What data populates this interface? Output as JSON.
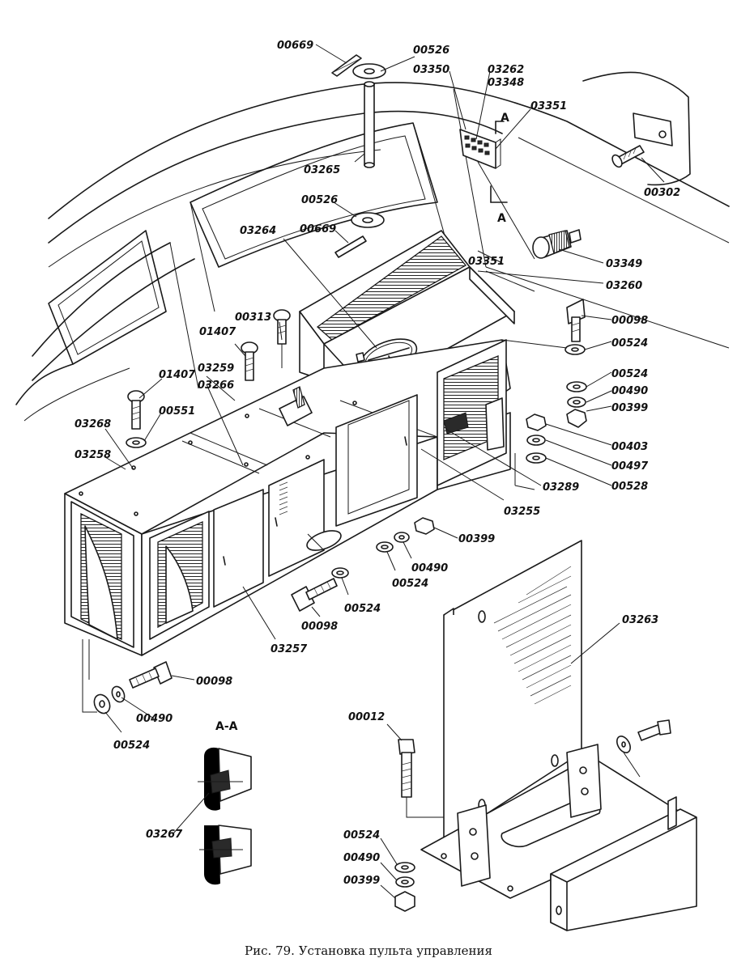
{
  "figure": {
    "caption": "Рис. 79. Установка пульта управления",
    "section_label_top": "А",
    "section_label_bottom": "А",
    "section_view_title": "А-А"
  },
  "callouts": {
    "c00669a": "00669",
    "c00526a": "00526",
    "c03350": "03350",
    "c03262": "03262",
    "c03348": "03348",
    "c03351a": "03351",
    "c00302": "00302",
    "c03265": "03265",
    "c00526b": "00526",
    "c00669b": "00669",
    "c03264": "03264",
    "c03351b": "03351",
    "c03349": "03349",
    "c03260": "03260",
    "c00098a": "00098",
    "c00524a": "00524",
    "c00313": "00313",
    "c01407a": "01407",
    "c03259": "03259",
    "c03266": "03266",
    "c01407b": "01407",
    "c00551": "00551",
    "c03268": "03268",
    "c03258": "03258",
    "c00524b": "00524",
    "c00490a": "00490",
    "c00399a": "00399",
    "c00403": "00403",
    "c00497": "00497",
    "c00528": "00528",
    "c03289": "03289",
    "c03255": "03255",
    "c00399b": "00399",
    "c00490b": "00490",
    "c00524c": "00524",
    "c00524d": "00524",
    "c00098b": "00098",
    "c03257": "03257",
    "c03263": "03263",
    "c00098c": "00098",
    "c00490c": "00490",
    "c00524e": "00524",
    "c03267": "03267",
    "c00012": "00012",
    "c00524f": "00524",
    "c00490d": "00490",
    "c00399c": "00399"
  }
}
